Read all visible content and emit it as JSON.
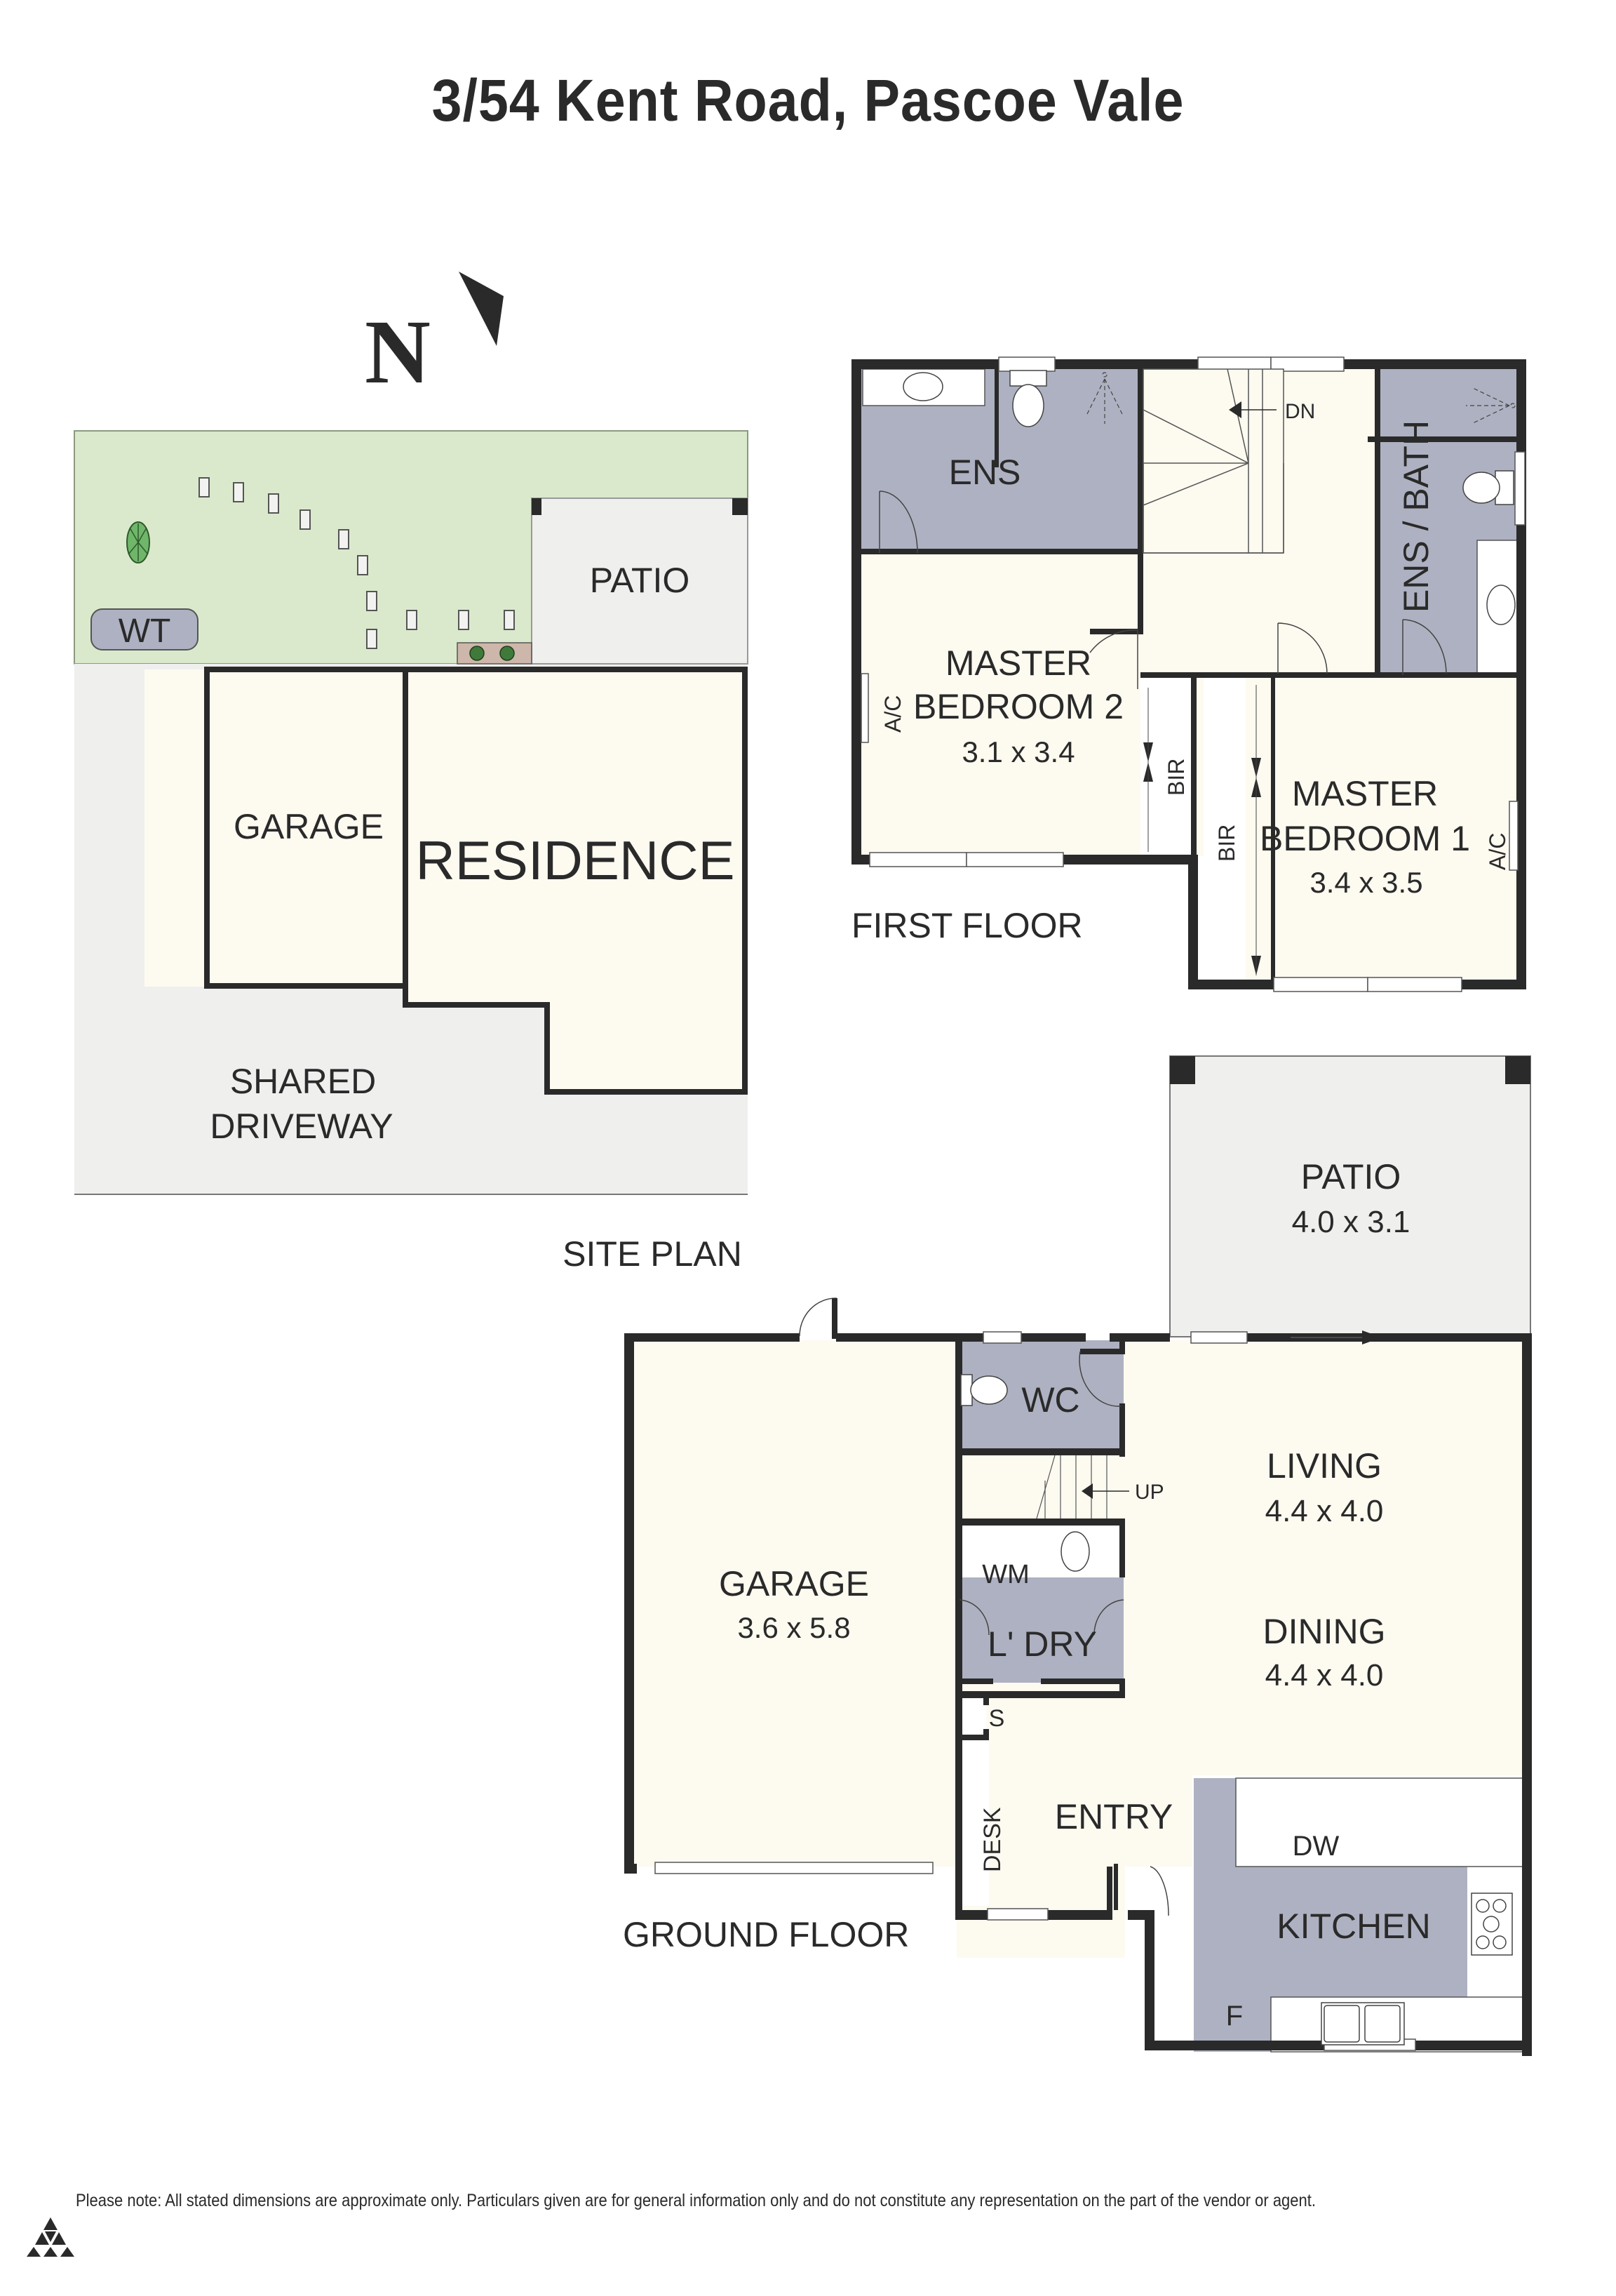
{
  "title": "3/54 Kent Road, Pascoe Vale",
  "compass": {
    "letter": "N",
    "icon": "north-arrow-icon"
  },
  "colors": {
    "wall": "#2a2a2a",
    "floor": "#fdfaf0",
    "wet_area": "#aeb1c1",
    "lawn": "#dae9cc",
    "paving": "#efefee",
    "planter": "#cdb6aa",
    "tree": "#6fb66a"
  },
  "site_plan": {
    "caption": "SITE PLAN",
    "labels": {
      "patio": "PATIO",
      "water_tank": "WT",
      "garage": "GARAGE",
      "residence": "RESIDENCE",
      "driveway_line1": "SHARED",
      "driveway_line2": "DRIVEWAY"
    }
  },
  "first_floor": {
    "caption": "FIRST FLOOR",
    "rooms": {
      "ens": {
        "name": "ENS"
      },
      "ens_bath": {
        "name": "ENS / BATH"
      },
      "master_bedroom_2": {
        "line1": "MASTER",
        "line2": "BEDROOM 2",
        "size": "3.1 x 3.4"
      },
      "master_bedroom_1": {
        "line1": "MASTER",
        "line2": "BEDROOM 1",
        "size": "3.4 x 3.5"
      }
    },
    "fixtures": {
      "stairs_dir": "DN",
      "bir_1": "BIR",
      "bir_2": "BIR",
      "ac_1": "A/C",
      "ac_2": "A/C"
    }
  },
  "ground_floor": {
    "caption": "GROUND FLOOR",
    "rooms": {
      "patio": {
        "name": "PATIO",
        "size": "4.0 x 3.1"
      },
      "garage": {
        "name": "GARAGE",
        "size": "3.6 x 5.8"
      },
      "wc": {
        "name": "WC"
      },
      "living": {
        "name": "LIVING",
        "size": "4.4 x 4.0"
      },
      "dining": {
        "name": "DINING",
        "size": "4.4 x 4.0"
      },
      "laundry": {
        "name": "L' DRY"
      },
      "entry": {
        "name": "ENTRY"
      },
      "kitchen": {
        "name": "KITCHEN"
      }
    },
    "fixtures": {
      "stairs_dir": "UP",
      "washing_machine": "WM",
      "storage": "S",
      "desk": "DESK",
      "dishwasher": "DW",
      "fridge": "F"
    }
  },
  "footer": {
    "disclaimer": "Please note: All stated dimensions are approximate only. Particulars given are for general information only and do not constitute any representation on the part of the vendor or agent.",
    "logo_icon": "triangles-logo-icon"
  }
}
